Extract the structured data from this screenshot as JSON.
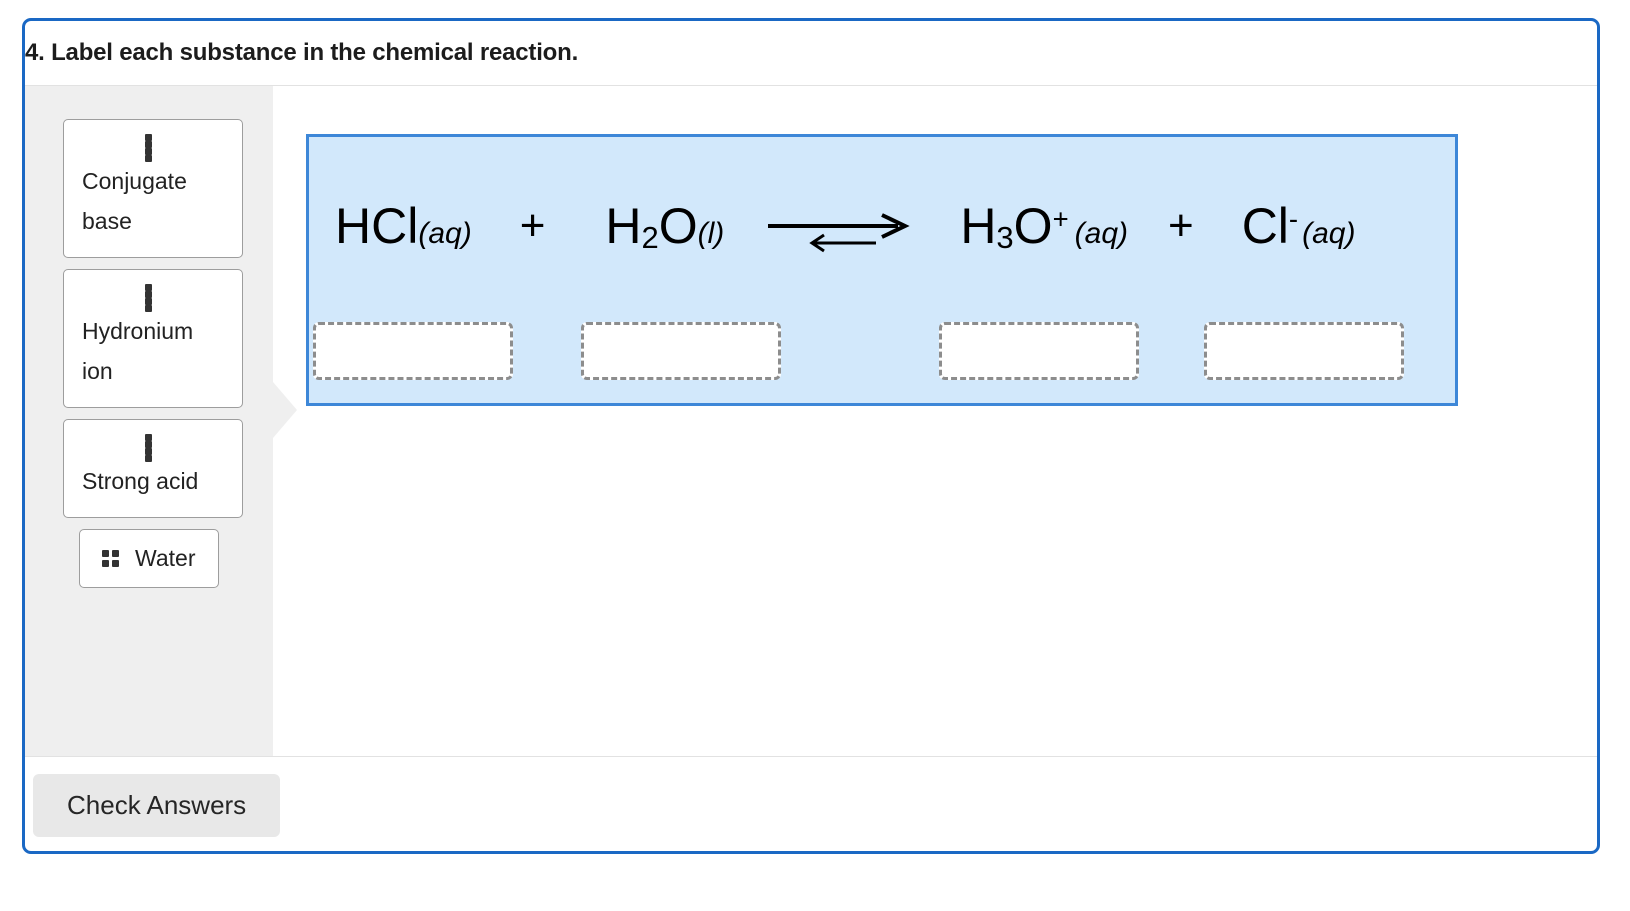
{
  "question": {
    "prompt": "4. Label each substance in the chemical reaction."
  },
  "bank": {
    "handle_icon": "drag-handle-icon",
    "items": [
      {
        "label": "Conjugate base",
        "style": "card"
      },
      {
        "label": "Hydronium ion",
        "style": "card"
      },
      {
        "label": "Strong acid",
        "style": "card"
      },
      {
        "label": "Water",
        "style": "chip"
      }
    ]
  },
  "equation": {
    "terms": [
      {
        "kind": "formula",
        "formula": "HCl",
        "sub": "",
        "sup": "",
        "state": "(aq)"
      },
      {
        "kind": "operator",
        "text": "+"
      },
      {
        "kind": "formula",
        "formula": "H",
        "sub": "2",
        "after": "O",
        "sup": "",
        "state": "(l)"
      },
      {
        "kind": "arrow",
        "direction": "equilibrium-forward"
      },
      {
        "kind": "formula",
        "formula": "H",
        "sub": "3",
        "after": "O",
        "sup": "+",
        "state": "(aq)"
      },
      {
        "kind": "operator",
        "text": "+"
      },
      {
        "kind": "formula",
        "formula": "Cl",
        "sub": "",
        "sup": "-",
        "state": "(aq)"
      }
    ],
    "terms_plain": [
      "HCl(aq)",
      "+",
      "H2O(l)",
      "→",
      "H3O+(aq)",
      "+",
      "Cl-(aq)"
    ],
    "dropzones": [
      {
        "id": "dropzone-hcl",
        "value": ""
      },
      {
        "id": "dropzone-h2o",
        "value": ""
      },
      {
        "id": "dropzone-h3o",
        "value": ""
      },
      {
        "id": "dropzone-cl",
        "value": ""
      }
    ]
  },
  "footer": {
    "check_label": "Check Answers"
  },
  "colors": {
    "frame_border": "#1a68c4",
    "panel_border": "#3d87d8",
    "panel_fill": "#d2e8fb",
    "bank_bg": "#efefef",
    "card_border": "#9d9d9d",
    "dropzone_border": "#8d8d8d",
    "button_bg": "#e8e8e8"
  }
}
